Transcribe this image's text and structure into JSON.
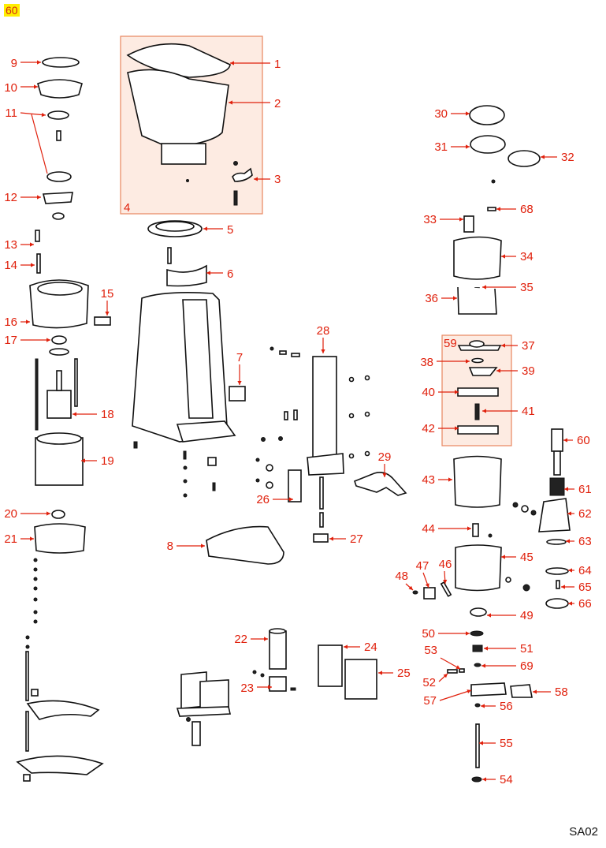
{
  "page_badge": "60",
  "sheet_code": "SA02",
  "colors": {
    "label": "#e0200c",
    "badge_bg": "#ffee00",
    "group_box": "#fdebe2"
  },
  "groups": [
    {
      "id": "4",
      "label": "4",
      "contains": [
        "1",
        "2",
        "3"
      ]
    },
    {
      "id": "59",
      "label": "59",
      "contains": [
        "37",
        "38",
        "39",
        "40",
        "41",
        "42"
      ]
    }
  ],
  "callouts": [
    {
      "num": "1"
    },
    {
      "num": "2"
    },
    {
      "num": "3"
    },
    {
      "num": "5"
    },
    {
      "num": "6"
    },
    {
      "num": "7"
    },
    {
      "num": "8"
    },
    {
      "num": "9"
    },
    {
      "num": "10"
    },
    {
      "num": "11"
    },
    {
      "num": "12"
    },
    {
      "num": "13"
    },
    {
      "num": "14"
    },
    {
      "num": "15"
    },
    {
      "num": "16"
    },
    {
      "num": "17"
    },
    {
      "num": "18"
    },
    {
      "num": "19"
    },
    {
      "num": "20"
    },
    {
      "num": "21"
    },
    {
      "num": "22"
    },
    {
      "num": "23"
    },
    {
      "num": "24"
    },
    {
      "num": "25"
    },
    {
      "num": "26"
    },
    {
      "num": "27"
    },
    {
      "num": "28"
    },
    {
      "num": "29"
    },
    {
      "num": "30"
    },
    {
      "num": "31"
    },
    {
      "num": "32"
    },
    {
      "num": "33"
    },
    {
      "num": "34"
    },
    {
      "num": "35"
    },
    {
      "num": "36"
    },
    {
      "num": "37"
    },
    {
      "num": "38"
    },
    {
      "num": "39"
    },
    {
      "num": "40"
    },
    {
      "num": "41"
    },
    {
      "num": "42"
    },
    {
      "num": "43"
    },
    {
      "num": "44"
    },
    {
      "num": "45"
    },
    {
      "num": "46"
    },
    {
      "num": "47"
    },
    {
      "num": "48"
    },
    {
      "num": "49"
    },
    {
      "num": "50"
    },
    {
      "num": "51"
    },
    {
      "num": "52"
    },
    {
      "num": "53"
    },
    {
      "num": "54"
    },
    {
      "num": "55"
    },
    {
      "num": "56"
    },
    {
      "num": "57"
    },
    {
      "num": "58"
    },
    {
      "num": "60"
    },
    {
      "num": "61"
    },
    {
      "num": "62"
    },
    {
      "num": "63"
    },
    {
      "num": "64"
    },
    {
      "num": "65"
    },
    {
      "num": "66"
    },
    {
      "num": "68"
    },
    {
      "num": "69"
    }
  ]
}
